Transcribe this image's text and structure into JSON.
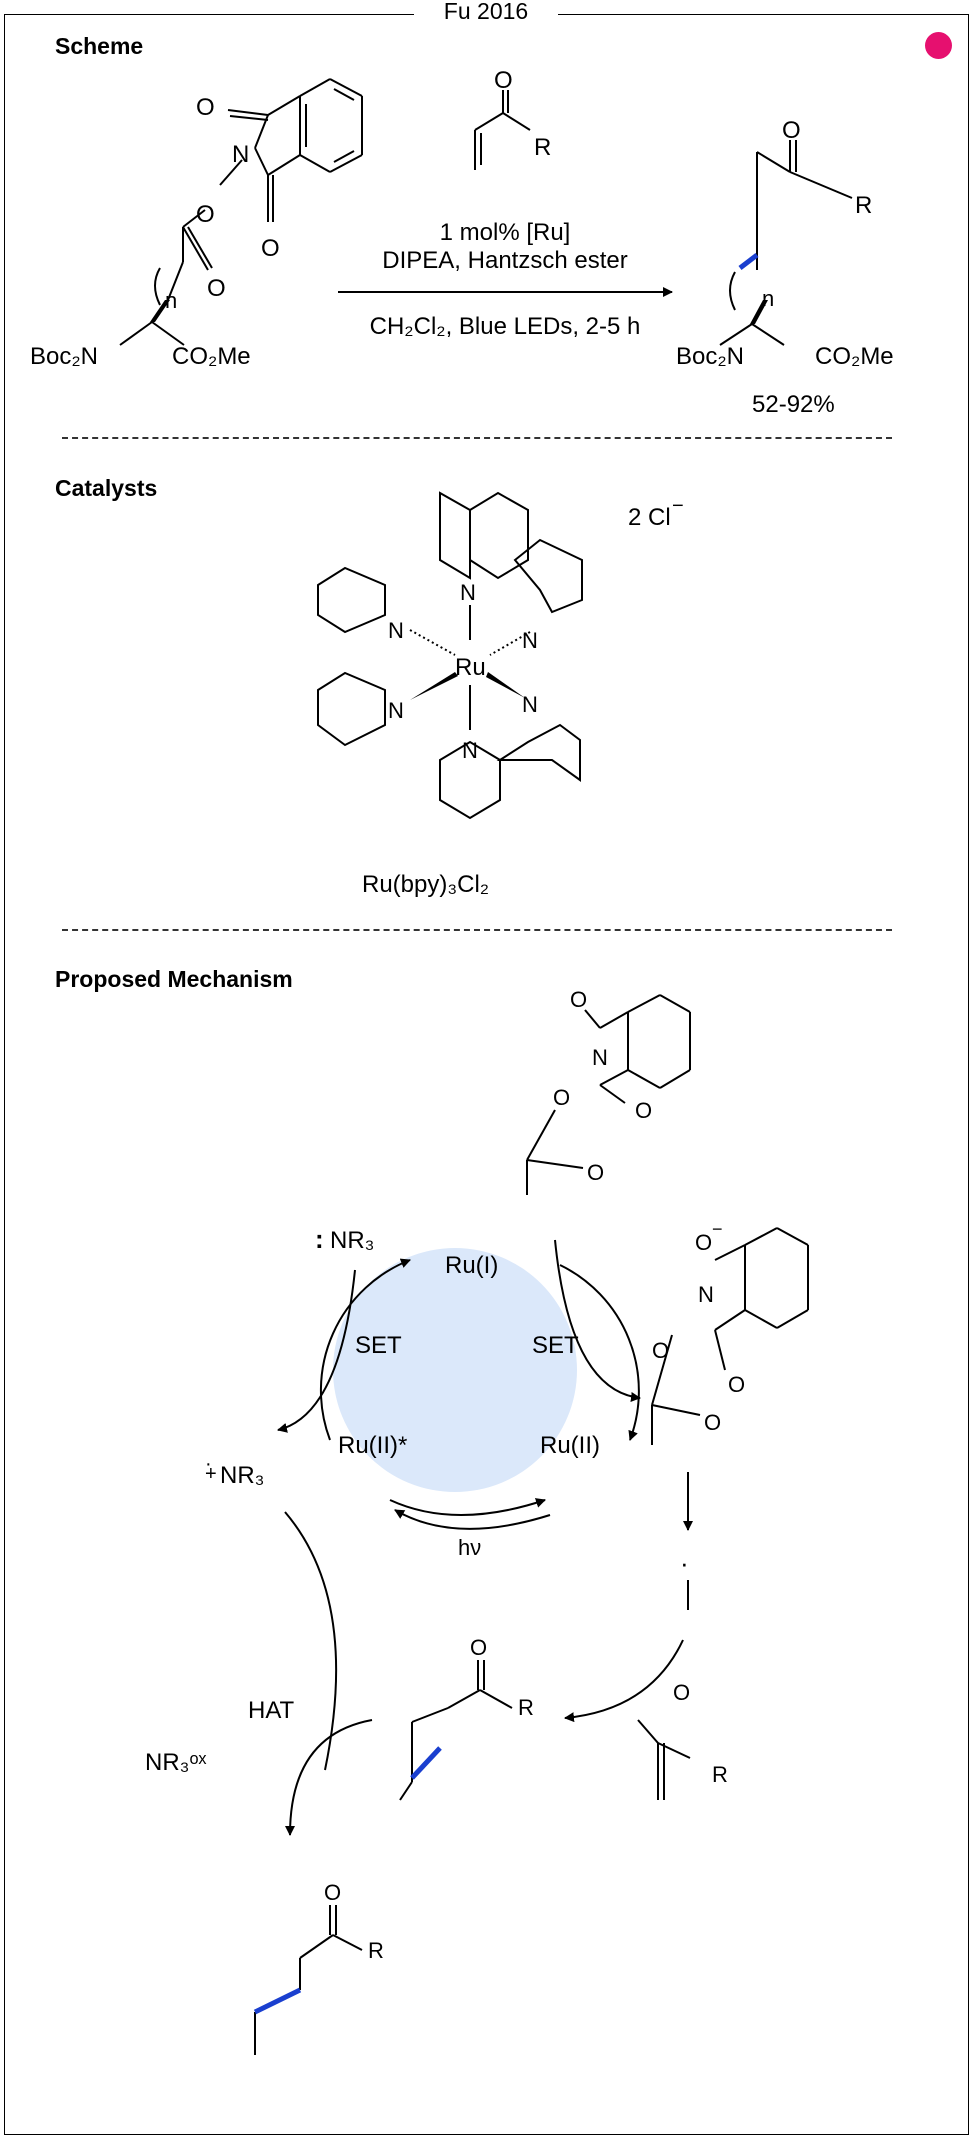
{
  "figure": {
    "title": "Fu 2016",
    "accent_color": "#e6106f",
    "bond_highlight_color": "#1a3fcf",
    "cycle_fill_color": "#dbe8fa"
  },
  "sections": {
    "scheme": "Scheme",
    "catalysts": "Catalysts",
    "mechanism": "Proposed Mechanism"
  },
  "scheme": {
    "substrate_left_label": "Boc₂N",
    "substrate_right_label": "CO₂Me",
    "n_label": "n",
    "reagent_R": "R",
    "atom_O": "O",
    "atom_N": "N",
    "conditions_line1": "1 mol% [Ru]",
    "conditions_line2": "DIPEA, Hantzsch ester",
    "conditions_line3": "CH₂Cl₂, Blue LEDs, 2-5 h",
    "product_left_label": "Boc₂N",
    "product_right_label": "CO₂Me",
    "yield": "52-92%"
  },
  "catalyst": {
    "counterion": "2 Cl",
    "counterion_charge": "−",
    "metal": "Ru",
    "atom_N": "N",
    "name": "Ru(bpy)₃Cl₂"
  },
  "mechanism": {
    "nr3": "NR₃",
    "nr3_radical_cation": "NR₃",
    "nr3_ox": "NR₃ᵒˣ",
    "ru1": "Ru(I)",
    "ru2": "Ru(II)",
    "ru2_star": "Ru(II)*",
    "set_left": "SET",
    "set_right": "SET",
    "hv": "hν",
    "hat": "HAT",
    "atom_O": "O",
    "atom_N": "N",
    "o_minus": "O",
    "R": "R"
  }
}
